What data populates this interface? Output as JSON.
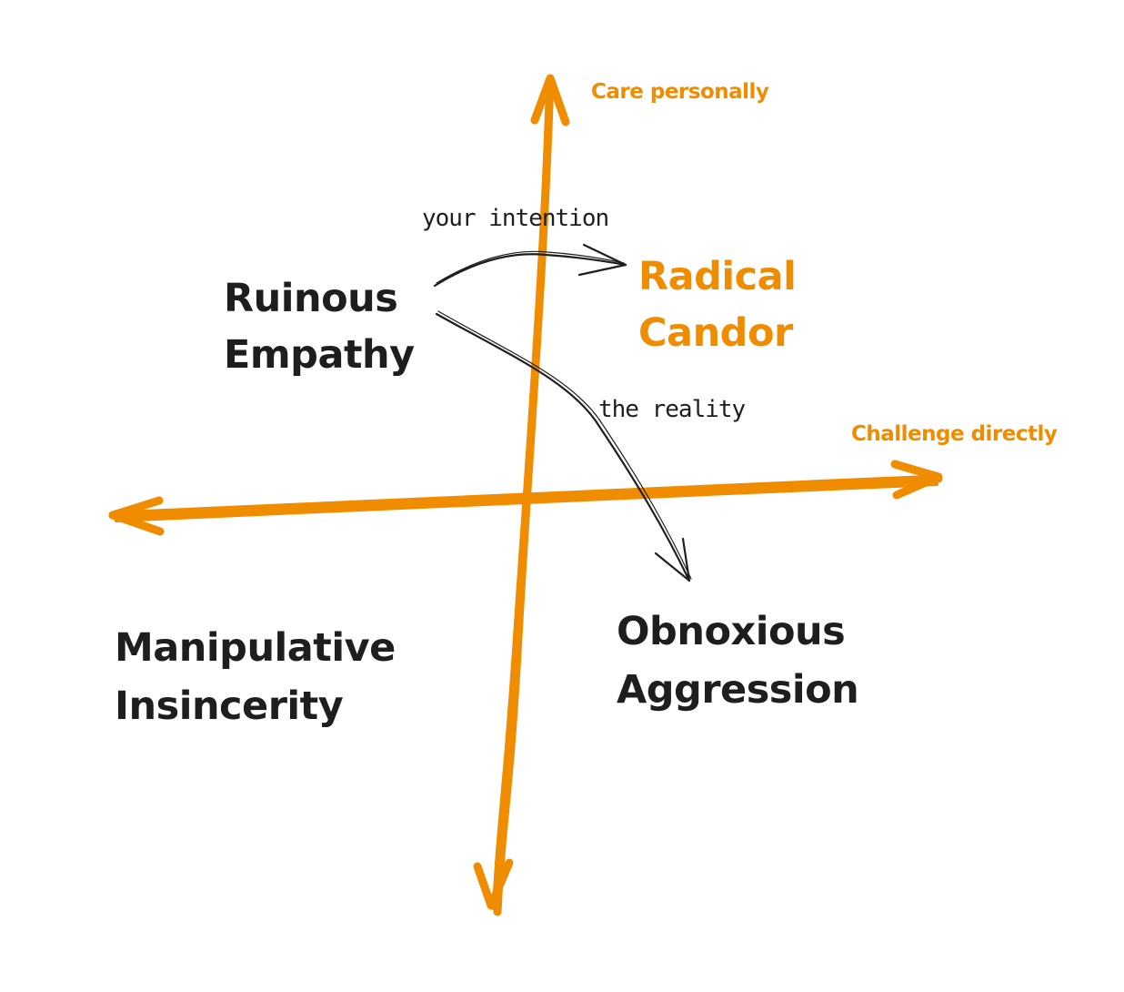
{
  "colors": {
    "accent": "#f08c00",
    "ink": "#1e1e1e",
    "background": "#ffffff"
  },
  "axes": {
    "vertical_label": "Care personally",
    "horizontal_label": "Challenge directly"
  },
  "quadrants": {
    "top_left": {
      "line1": "Ruinous",
      "line2": "Empathy"
    },
    "top_right": {
      "line1": "Radical",
      "line2": "Candor"
    },
    "bottom_left": {
      "line1": "Manipulative",
      "line2": "Insincerity"
    },
    "bottom_right": {
      "line1": "Obnoxious",
      "line2": "Aggression"
    }
  },
  "annotations": {
    "intention": "your intention",
    "reality": "the reality"
  }
}
